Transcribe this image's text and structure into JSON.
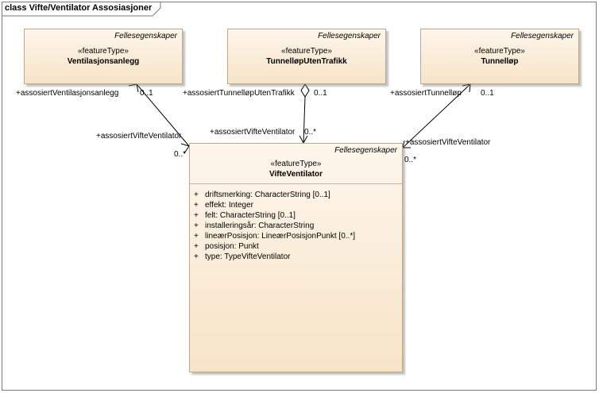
{
  "diagram": {
    "title": "class Vifte/Ventilator Assosiasjoner"
  },
  "classes": {
    "ventilasjon": {
      "package": "Fellesegenskaper",
      "stereotype": "«featureType»",
      "name": "Ventilasjonsanlegg"
    },
    "tunnellop_uten": {
      "package": "Fellesegenskaper",
      "stereotype": "«featureType»",
      "name": "TunnelløpUtenTrafikk"
    },
    "tunnellop": {
      "package": "Fellesegenskaper",
      "stereotype": "«featureType»",
      "name": "Tunnelløp"
    },
    "vifte": {
      "package": "Fellesegenskaper",
      "stereotype": "«featureType»",
      "name": "VifteVentilator",
      "attributes": [
        {
          "vis": "+",
          "text": "driftsmerking: CharacterString [0..1]"
        },
        {
          "vis": "+",
          "text": "effekt: Integer"
        },
        {
          "vis": "+",
          "text": "felt: CharacterString [0..1]"
        },
        {
          "vis": "+",
          "text": "installeringsår: CharacterString"
        },
        {
          "vis": "+",
          "text": "lineærPosisjon: LineærPosisjonPunkt [0..*]"
        },
        {
          "vis": "+",
          "text": "posisjon: Punkt"
        },
        {
          "vis": "+",
          "text": "type: TypeVifteVentilator"
        }
      ]
    }
  },
  "associations": {
    "a1": {
      "source_role": "+assosiertVentilasjonsanlegg",
      "source_mult": "0..1",
      "target_role": "+assosiertVifteVentilator",
      "target_mult": "0..*"
    },
    "a2": {
      "source_role": "+assosiertTunnelløpUtenTrafikk",
      "source_mult": "0..1",
      "target_role": "+assosiertVifteVentilator",
      "target_mult": "0..*"
    },
    "a3": {
      "source_role": "+assosiertTunnelløp",
      "source_mult": "0..1",
      "target_role": "+assosiertVifteVentilator",
      "target_mult": "0..*"
    }
  }
}
